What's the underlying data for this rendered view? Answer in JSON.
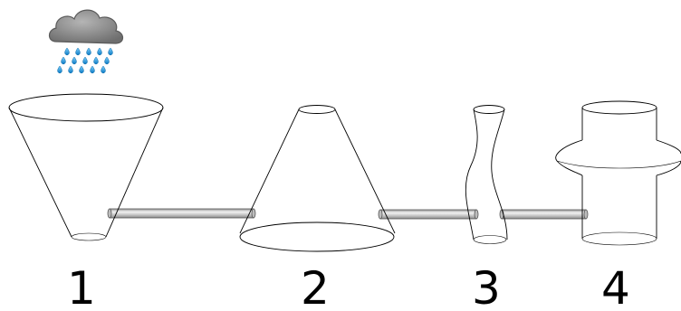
{
  "vessels": [
    {
      "label": "1",
      "shape": "inverted-cone-funnel"
    },
    {
      "label": "2",
      "shape": "cone"
    },
    {
      "label": "3",
      "shape": "wavy-tube"
    },
    {
      "label": "4",
      "shape": "cylinder-with-disc"
    }
  ],
  "icons": {
    "rain": "rain-cloud-icon"
  },
  "colors": {
    "stroke": "#000000",
    "pipe_fill": "#c8c8c8",
    "pipe_highlight": "#eeeeee",
    "cloud_fill": "#8a8a8a",
    "rain_drop": "#1a9ad6"
  }
}
